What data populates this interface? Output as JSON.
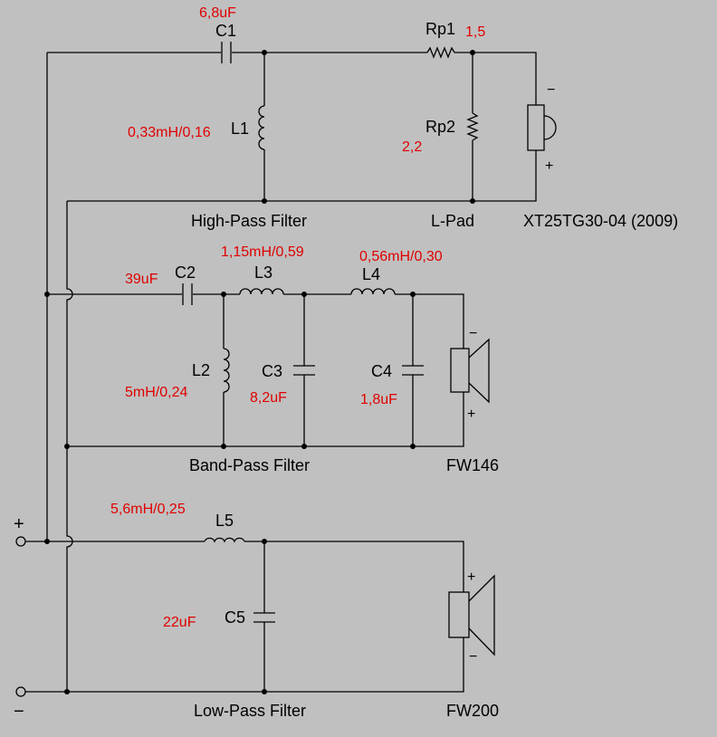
{
  "colors": {
    "background": "#c0c0c0",
    "wire": "#000000",
    "value_text": "#e00000"
  },
  "components": {
    "C1": {
      "label": "C1",
      "value": "6,8uF"
    },
    "L1": {
      "label": "L1",
      "value": "0,33mH/0,16"
    },
    "Rp1": {
      "label": "Rp1",
      "value": "1,5"
    },
    "Rp2": {
      "label": "Rp2",
      "value": "2,2"
    },
    "C2": {
      "label": "C2",
      "value": "39uF"
    },
    "L3": {
      "label": "L3",
      "value": "1,15mH/0,59"
    },
    "L4": {
      "label": "L4",
      "value": "0,56mH/0,30"
    },
    "L2": {
      "label": "L2",
      "value": "5mH/0,24"
    },
    "C3": {
      "label": "C3",
      "value": "8,2uF"
    },
    "C4": {
      "label": "C4",
      "value": "1,8uF"
    },
    "L5": {
      "label": "L5",
      "value": "5,6mH/0,25"
    },
    "C5": {
      "label": "C5",
      "value": "22uF"
    }
  },
  "sections": {
    "high_pass": "High-Pass Filter",
    "l_pad": "L-Pad",
    "band_pass": "Band-Pass Filter",
    "low_pass": "Low-Pass Filter"
  },
  "drivers": {
    "tweeter": "XT25TG30-04  (2009)",
    "midrange": "FW146",
    "woofer": "FW200"
  },
  "polarity": {
    "plus": "+",
    "minus": "−"
  }
}
